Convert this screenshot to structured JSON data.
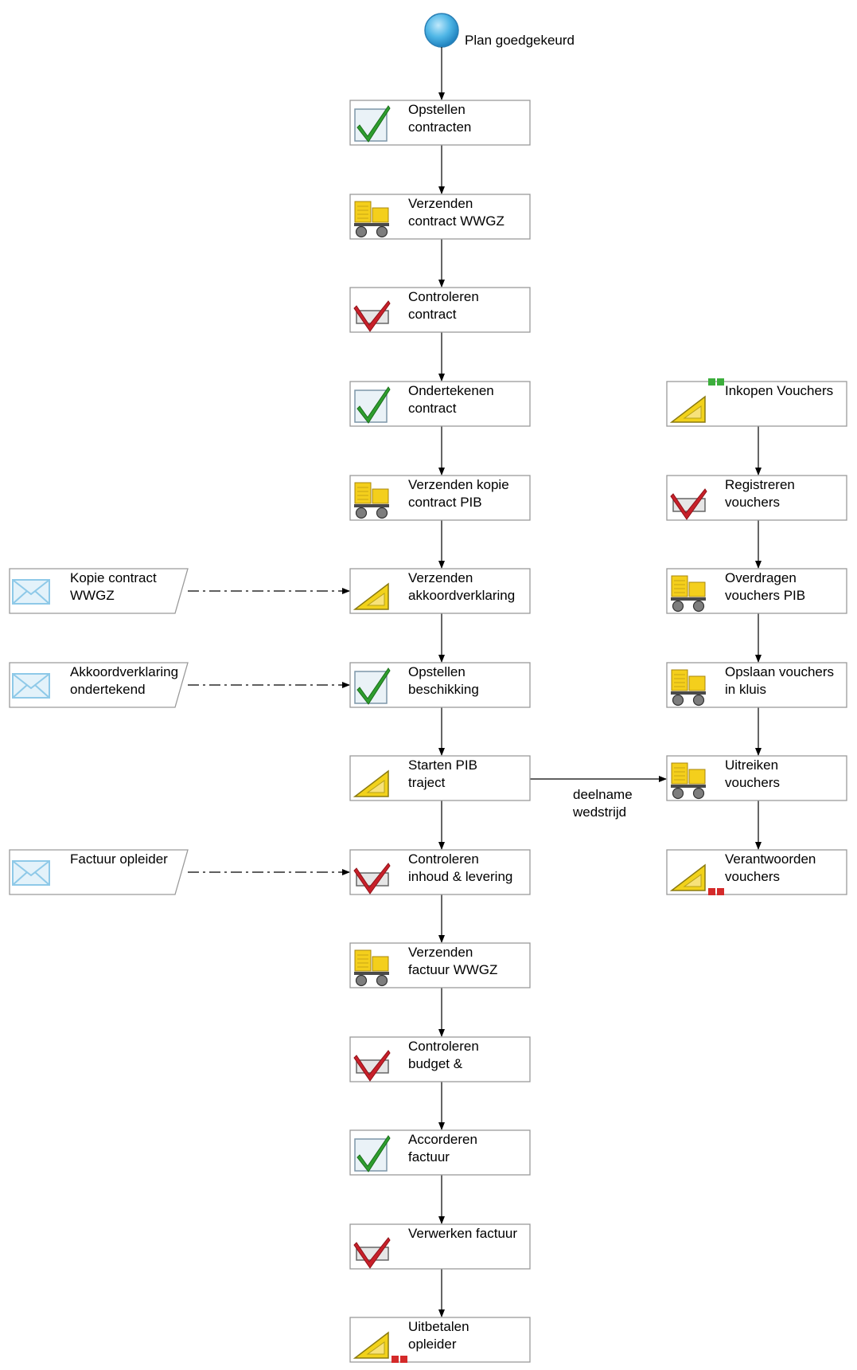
{
  "diagram": {
    "start": {
      "label": "Plan goedgekeurd"
    },
    "main_flow": [
      {
        "id": "opstellen-contracten",
        "icon": "check-green-icon",
        "lines": [
          "Opstellen",
          "contracten"
        ]
      },
      {
        "id": "verzenden-contract-wwgz",
        "icon": "cart-icon",
        "lines": [
          "Verzenden",
          "contract  WWGZ"
        ]
      },
      {
        "id": "controleren-contract",
        "icon": "check-red-icon",
        "lines": [
          "Controleren",
          "contract"
        ]
      },
      {
        "id": "ondertekenen-contract",
        "icon": "check-green-icon",
        "lines": [
          "Ondertekenen",
          "contract"
        ]
      },
      {
        "id": "verzenden-kopie-contract-pib",
        "icon": "cart-icon",
        "lines": [
          "Verzenden kopie",
          "contract PIB"
        ]
      },
      {
        "id": "verzenden-akkoordverklaring",
        "icon": "triangle-ruler-icon",
        "lines": [
          "Verzenden",
          "akkoordverklaring"
        ]
      },
      {
        "id": "opstellen-beschikking",
        "icon": "check-green-icon",
        "lines": [
          "Opstellen",
          "beschikking"
        ]
      },
      {
        "id": "starten-pib-traject",
        "icon": "triangle-ruler-icon",
        "lines": [
          "Starten PIB",
          "traject"
        ]
      },
      {
        "id": "controleren-inhoud-levering",
        "icon": "check-red-icon",
        "lines": [
          "Controleren",
          "inhoud & levering"
        ]
      },
      {
        "id": "verzenden-factuur-wwgz",
        "icon": "cart-icon",
        "lines": [
          "Verzenden",
          "factuur WWGZ"
        ]
      },
      {
        "id": "controleren-budget",
        "icon": "check-red-icon",
        "lines": [
          "Controleren",
          "budget &"
        ]
      },
      {
        "id": "accorderen-factuur",
        "icon": "check-green-icon",
        "lines": [
          "Accorderen",
          "factuur"
        ]
      },
      {
        "id": "verwerken-factuur",
        "icon": "check-red-icon",
        "lines": [
          "Verwerken factuur"
        ]
      },
      {
        "id": "uitbetalen-opleider",
        "icon": "triangle-ruler-icon",
        "lines": [
          "Uitbetalen",
          "opleider"
        ],
        "end_marker": true
      }
    ],
    "voucher_flow": [
      {
        "id": "inkopen-vouchers",
        "icon": "triangle-ruler-icon",
        "lines": [
          "Inkopen Vouchers"
        ],
        "start_marker": true
      },
      {
        "id": "registreren-vouchers",
        "icon": "check-red-icon",
        "lines": [
          "Registreren",
          "vouchers"
        ]
      },
      {
        "id": "overdragen-vouchers-pib",
        "icon": "cart-icon",
        "lines": [
          "Overdragen",
          "vouchers PIB"
        ]
      },
      {
        "id": "opslaan-vouchers-in-kluis",
        "icon": "cart-icon",
        "lines": [
          "Opslaan vouchers",
          " in kluis"
        ]
      },
      {
        "id": "uitreiken-vouchers",
        "icon": "cart-icon",
        "lines": [
          "Uitreiken",
          "vouchers"
        ]
      },
      {
        "id": "verantwoorden-vouchers",
        "icon": "triangle-ruler-icon",
        "lines": [
          "Verantwoorden",
          "vouchers"
        ],
        "end_marker": true
      }
    ],
    "documents": [
      {
        "id": "kopie-contract-wwgz",
        "icon": "envelope-icon",
        "lines": [
          "Kopie contract",
          "WWGZ"
        ]
      },
      {
        "id": "akkoordverklaring-ondertekend",
        "icon": "envelope-icon",
        "lines": [
          "Akkoordverklaring",
          "ondertekend"
        ]
      },
      {
        "id": "factuur-opleider",
        "icon": "envelope-icon",
        "lines": [
          "Factuur opleider"
        ]
      }
    ],
    "cross_edge_label": [
      "deelname",
      "wedstrijd"
    ],
    "colors": {
      "start_fill": "#4fb6e6",
      "box_stroke": "#9a9a9a",
      "check_green": "#2e9e2e",
      "check_red": "#c8202a",
      "ruler_yellow": "#f2d21b",
      "cart_yellow": "#f4cf1c",
      "envelope_blue": "#8ec9e8",
      "marker_green": "#3cae3c",
      "marker_red": "#d42a2a"
    }
  }
}
